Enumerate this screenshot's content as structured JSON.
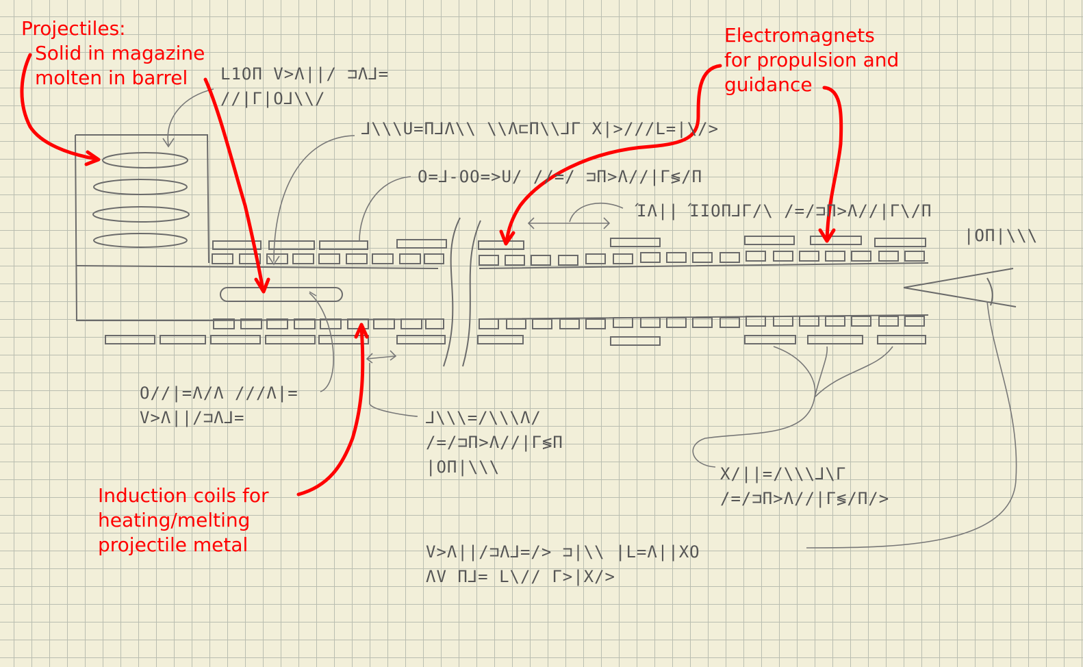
{
  "annotations": {
    "projectiles": {
      "title": "Projectiles:",
      "line1": "Solid in magazine",
      "line2": "molten in barrel"
    },
    "electromagnets": {
      "line1": "Electromagnets",
      "line2": "for propulsion and",
      "line3": "guidance"
    },
    "induction": {
      "line1": "Induction coils for",
      "line2": "heating/melting",
      "line3": "projectile metal"
    }
  },
  "colors": {
    "annotation": "#ff0000",
    "pencil": "#555555",
    "paper": "#f2efd9",
    "grid": "#b9bdb0"
  }
}
